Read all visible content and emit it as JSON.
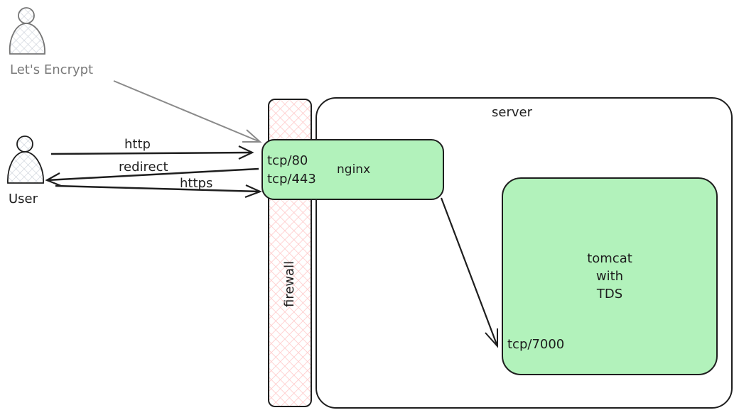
{
  "actors": {
    "letsencrypt": {
      "label": "Let's Encrypt",
      "icon": "person-icon",
      "color": "#757575"
    },
    "user": {
      "label": "User",
      "icon": "person-icon",
      "color": "#1e1e1e"
    }
  },
  "firewall": {
    "label": "firewall",
    "fill": "#ffc9c9"
  },
  "server": {
    "label": "server"
  },
  "nginx": {
    "label": "nginx",
    "ports": [
      "tcp/80",
      "tcp/443"
    ],
    "fill": "#b2f2bb"
  },
  "tomcat": {
    "lines": [
      "tomcat",
      "with",
      "TDS"
    ],
    "port": "tcp/7000",
    "fill": "#b2f2bb"
  },
  "connections": {
    "http": "http",
    "redirect": "redirect",
    "https": "https"
  }
}
